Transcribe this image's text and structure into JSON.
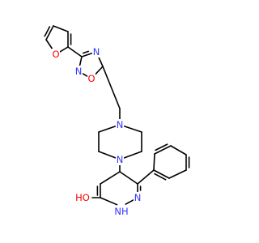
{
  "colors": {
    "carbon": "#000000",
    "nitrogen": "#3333ff",
    "oxygen": "#ff0000",
    "background": "#ffffff"
  },
  "atom_labels": {
    "furan_o": "O",
    "oxadiazole_n3": "N",
    "oxadiazole_n2": "N",
    "oxadiazole_o1": "O",
    "piperazine_n_top": "N",
    "piperazine_n_bottom": "N",
    "pyridazine_n2": "N",
    "pyridazine_nh": "NH",
    "hydroxyl_o": "HO"
  }
}
